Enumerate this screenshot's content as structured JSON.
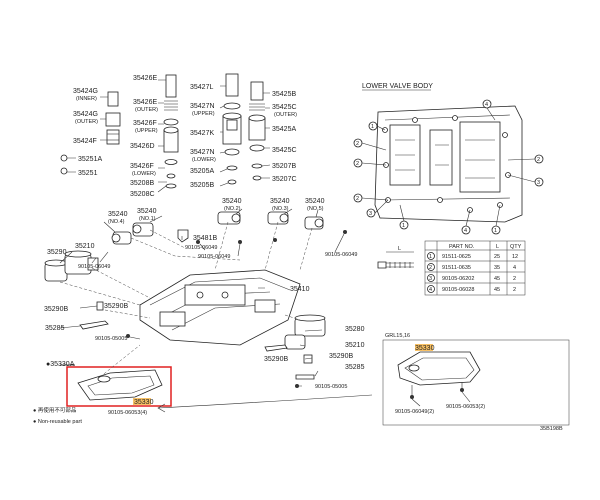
{
  "left_labels": {
    "p35426e_top": "35426E",
    "p35424g_inner": "35424G",
    "inner": "(INNER)",
    "p35426e": "35426E",
    "outer1": "(OUTER)",
    "p35424g_outer": "35424G",
    "outer2": "(OUTER)",
    "p35426f": "35426F",
    "upper1": "(UPPER)",
    "p35424f": "35424F",
    "p35426d": "35426D",
    "p35251a": "35251A",
    "p35426f_lower": "35426F",
    "lower1": "(LOWER)",
    "p35251": "35251",
    "p35208b": "35208B",
    "p35208c": "35208C",
    "p35427l": "35427L",
    "p35425b": "35425B",
    "p35427n": "35427N",
    "upper2": "(UPPER)",
    "p35425c_top": "35425C",
    "outer3": "(OUTER)",
    "p35427k": "35427K",
    "p35425a": "35425A",
    "p35427n_lower": "35427N",
    "lower2": "(LOWER)",
    "p35425c": "35425C",
    "p35205a": "35205A",
    "p35207b": "35207B",
    "p35205b": "35205B",
    "p35207c": "35207C"
  },
  "mid_labels": {
    "p35240_no1": "35240",
    "no1": "(NO.1)",
    "p35240_no4": "35240",
    "no4": "(NO.4)",
    "p35240_no2": "35240",
    "no2": "(NO.2)",
    "p35240_no3": "35240",
    "no3": "(NO.3)",
    "p35240_no5": "35240",
    "no5": "(NO.5)",
    "p35481b": "35481B",
    "b90105_06049_a": "90105-06049",
    "b90105_06049_b": "90105-06049",
    "b90105_06049_c": "90105-06049",
    "b90105_06049_d": "90105-06049",
    "p35290": "35290",
    "p35210": "35210",
    "p35410": "35410",
    "p35290b_left": "35290B",
    "p35290b": "35290B",
    "p35285_left": "35285",
    "b90105_05005_a": "90105-05005",
    "p35280": "35280",
    "p35210_r": "35210",
    "p35330a": "●35330A",
    "p35285_r": "35285",
    "p35290b_r": "35290B",
    "p35290b_r2": "35290B",
    "b90105_05005_b": "90105-05005",
    "p35330_red": "35330",
    "b90105_06053_4": "90105-06053(4)"
  },
  "lower_valve_body": {
    "title": "LOWER VALVE BODY",
    "callouts": [
      "1",
      "2",
      "2",
      "2",
      "3",
      "4",
      "2",
      "3",
      "4",
      "1",
      "1"
    ]
  },
  "bolt_table": {
    "headers": [
      "",
      "PART NO.",
      "L",
      "QTY"
    ],
    "rows": [
      [
        "1",
        "91511-0625",
        "25",
        "12"
      ],
      [
        "2",
        "91511-0635",
        "35",
        "4"
      ],
      [
        "3",
        "90105-06202",
        "45",
        "2"
      ],
      [
        "4",
        "90105-06028",
        "45",
        "2"
      ]
    ],
    "lcallout": "L"
  },
  "inset": {
    "title": "GRL15,16",
    "part_red": "35330",
    "bolt_a": "90105-06049(2)",
    "bolt_b": "90105-06053(2)"
  },
  "footnote": {
    "line1": "● 再使用不可部品",
    "line2": "● Non-reusable part"
  },
  "figure_id": "35B198B",
  "colors": {
    "highlight": "#e02020",
    "highlight_fill": "#f5a623",
    "ink": "#222222"
  }
}
